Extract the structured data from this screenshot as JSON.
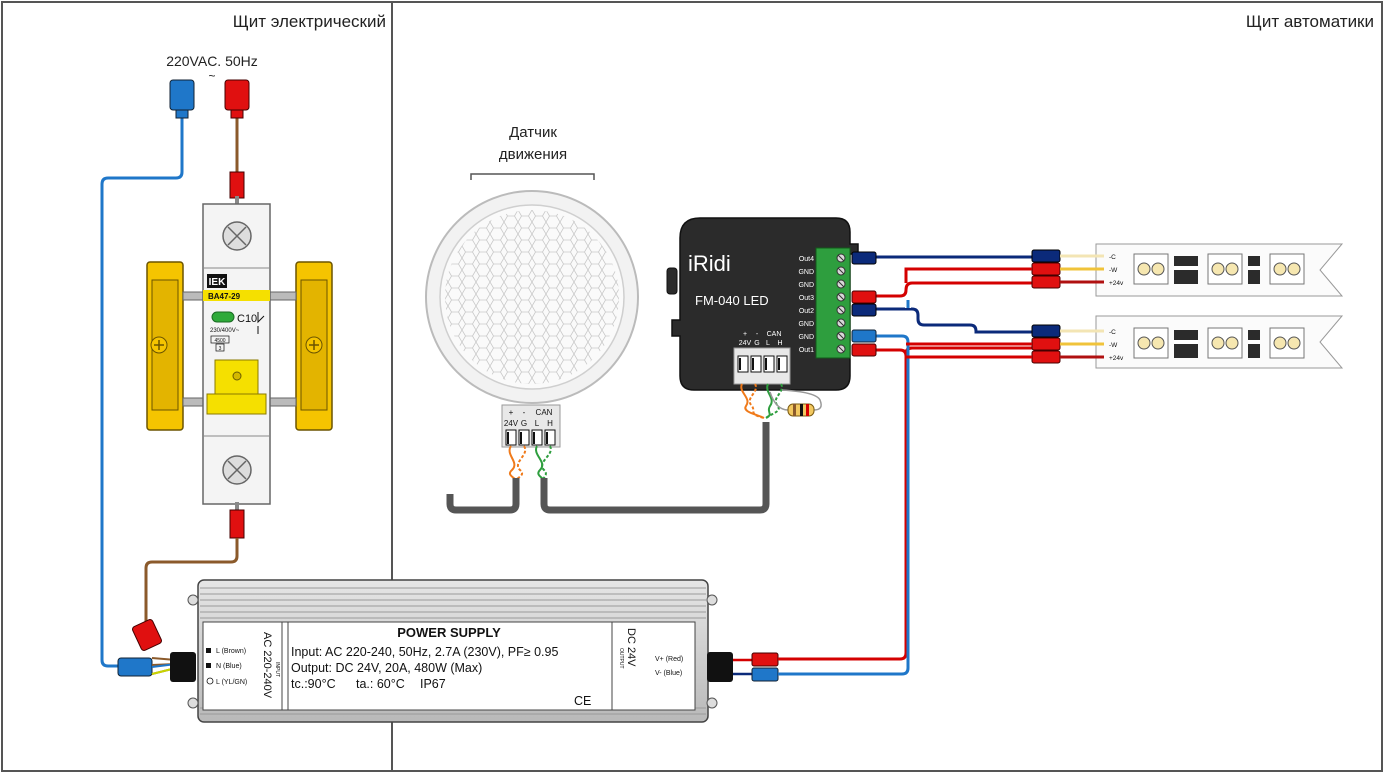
{
  "panels": {
    "electrical": "Щит электрический",
    "automation": "Щит автоматики"
  },
  "mains": {
    "label": "220VAC. 50Hz",
    "symbol": "~"
  },
  "breaker": {
    "brand": "IEK",
    "model": "BA47-29",
    "rating": "C10",
    "voltage": "230/400V~",
    "capacity": "4500",
    "class": "3"
  },
  "sensor": {
    "title_line1": "Датчик",
    "title_line2": "движения",
    "terminal_signs": [
      "+",
      "-",
      "",
      ""
    ],
    "terminal_labels": [
      "24V",
      "G",
      "L",
      "H"
    ],
    "bus_label": "CAN"
  },
  "controller": {
    "brand": "iRidi",
    "model": "FM-040 LED",
    "terminal_signs": [
      "+",
      "-",
      "",
      ""
    ],
    "terminal_labels": [
      "24V",
      "G",
      "L",
      "H"
    ],
    "bus_label": "CAN",
    "outputs": [
      "Out4",
      "GND",
      "GND",
      "Out3",
      "Out2",
      "GND",
      "GND",
      "Out1"
    ]
  },
  "led_strip": {
    "pins": [
      "-C",
      "-W",
      "+24v"
    ]
  },
  "psu": {
    "title": "POWER SUPPLY",
    "line1": "Input: AC 220-240, 50Hz, 2.7A (230V), PF≥ 0.95",
    "line2": "Output: DC 24V, 20A, 480W (Max)",
    "line3_a": "tc.:90°C",
    "line3_b": "ta.: 60°C",
    "line3_c": "IP67",
    "mark": "CE",
    "input_side": "AC 220-240V",
    "input_small": "INPUT",
    "output_side": "DC 24V",
    "output_small": "OUTPUT",
    "in_terms": [
      "L (Brown)",
      "N (Blue)",
      "L (YL/GN)"
    ],
    "out_terms": [
      "V+ (Red)",
      "V- (Blue)"
    ]
  },
  "colors": {
    "live": "#8B5A2B",
    "neutral": "#1f77c9",
    "plus": "#d40000",
    "channel": "#0b2a7a",
    "breaker_yellow": "#f5c400",
    "terminal_green": "#2e9e3e",
    "cable_gray": "#555555"
  }
}
